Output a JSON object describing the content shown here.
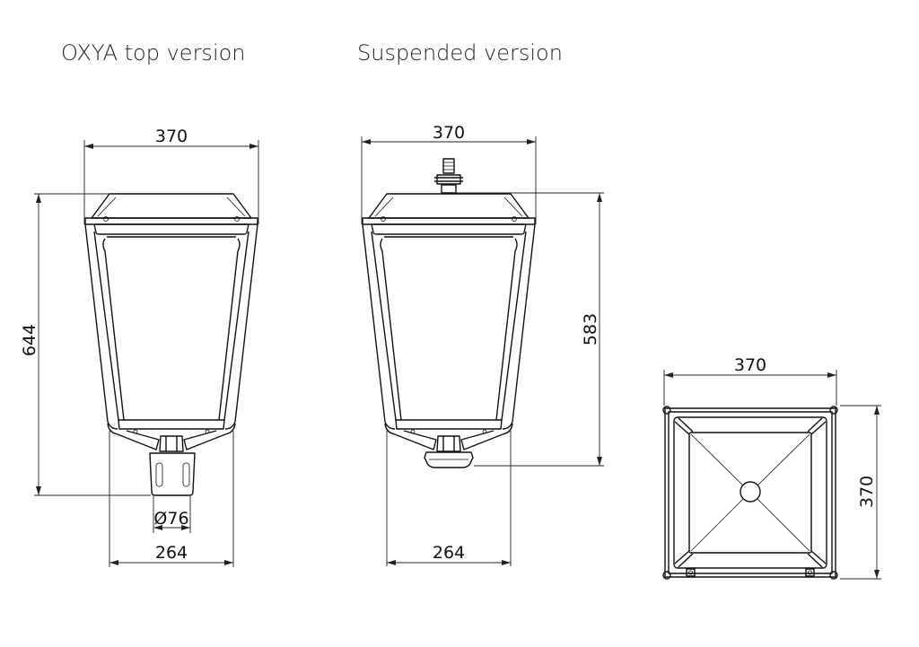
{
  "titles": {
    "top_version": "OXYA top version",
    "suspended_version": "Suspended version"
  },
  "top_version": {
    "width_top": "370",
    "height": "644",
    "pole_diameter": "Ø76",
    "width_bottom": "264"
  },
  "suspended_version": {
    "width_top": "370",
    "height": "583",
    "width_bottom": "264"
  },
  "top_view": {
    "width": "370",
    "depth": "370"
  }
}
